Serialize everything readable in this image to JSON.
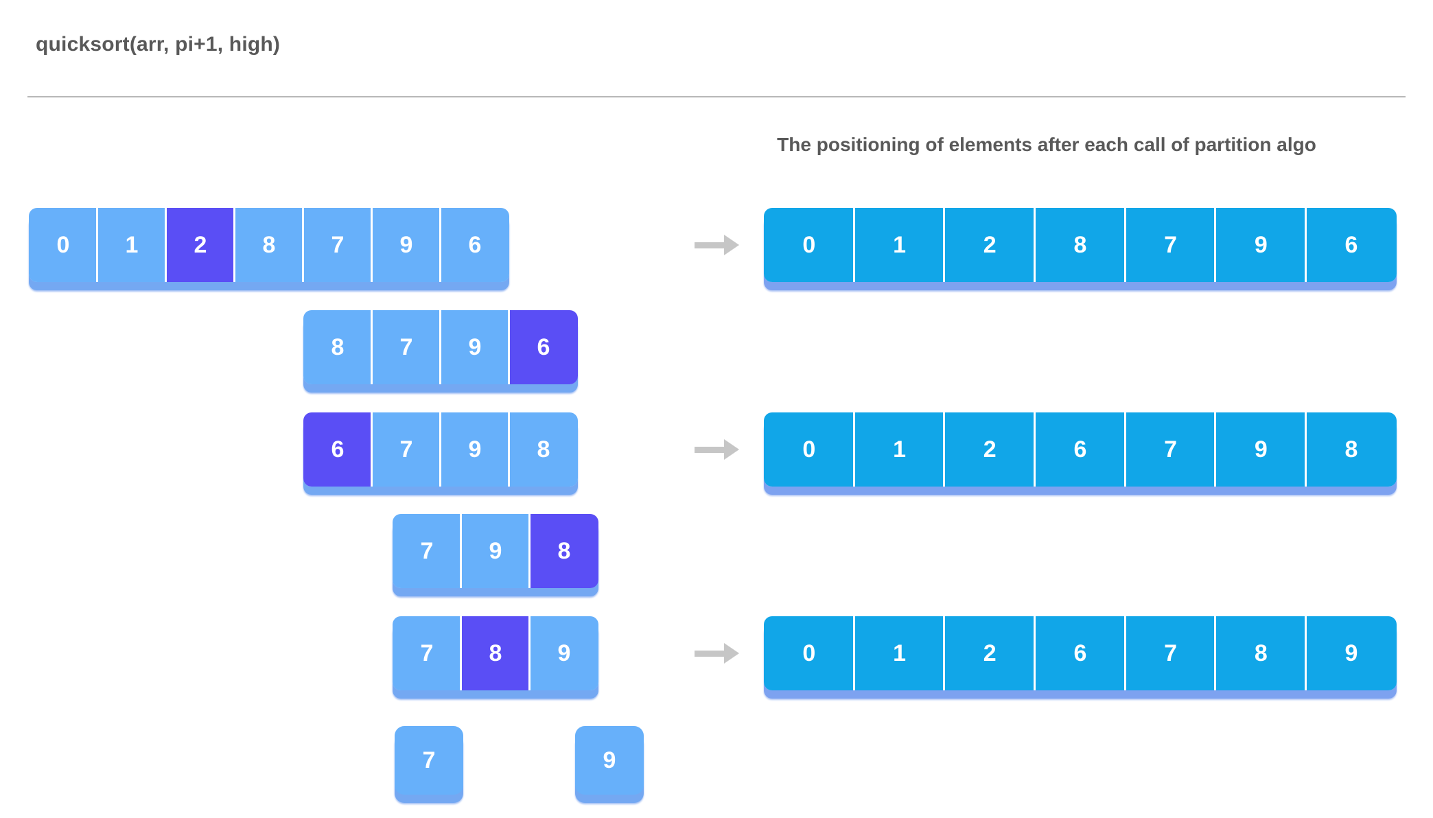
{
  "header": {
    "title": "quicksort(arr, pi+1, high)"
  },
  "right_column": {
    "caption": "The positioning of elements after each call of partition algo"
  },
  "colors": {
    "background": "#ffffff",
    "text_gray": "#595959",
    "divider": "#b8b8b8",
    "left_cell": "#67b0fa",
    "pivot_cell": "#5a4ef5",
    "right_cell": "#11a6e8",
    "shadow_blue": "#74a8f2",
    "arrow_gray": "#c6c6c6",
    "cell_text": "#ffffff"
  },
  "icons": {
    "arrow": "arrow-right-icon"
  },
  "left_arrays": [
    {
      "id": "left-array-1",
      "values": [
        "0",
        "1",
        "2",
        "8",
        "7",
        "9",
        "6"
      ],
      "pivot_index": 2,
      "has_arrow": true
    },
    {
      "id": "left-array-2",
      "values": [
        "8",
        "7",
        "9",
        "6"
      ],
      "pivot_index": 3,
      "has_arrow": false
    },
    {
      "id": "left-array-3",
      "values": [
        "6",
        "7",
        "9",
        "8"
      ],
      "pivot_index": 0,
      "has_arrow": true
    },
    {
      "id": "left-array-4",
      "values": [
        "7",
        "9",
        "8"
      ],
      "pivot_index": 2,
      "has_arrow": false
    },
    {
      "id": "left-array-5",
      "values": [
        "7",
        "8",
        "9"
      ],
      "pivot_index": 1,
      "has_arrow": true
    }
  ],
  "single_boxes": [
    {
      "id": "single-box-7",
      "value": "7"
    },
    {
      "id": "single-box-9",
      "value": "9"
    }
  ],
  "right_arrays": [
    {
      "id": "right-array-1",
      "values": [
        "0",
        "1",
        "2",
        "8",
        "7",
        "9",
        "6"
      ]
    },
    {
      "id": "right-array-2",
      "values": [
        "0",
        "1",
        "2",
        "6",
        "7",
        "9",
        "8"
      ]
    },
    {
      "id": "right-array-3",
      "values": [
        "0",
        "1",
        "2",
        "6",
        "7",
        "8",
        "9"
      ]
    }
  ]
}
